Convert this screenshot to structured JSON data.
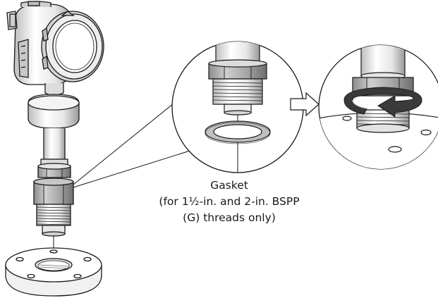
{
  "annotation": {
    "lines": [
      "Gasket",
      "(for 1½-in. and 2-in. BSPP",
      "(G) threads only)"
    ]
  },
  "colors": {
    "outline": "#1a1a1a",
    "body_fill": "#ffffff",
    "shade_light": "#d9d9d9",
    "shade_mid": "#b3b3b3",
    "shade_dark": "#6e6e6e",
    "rotation_arrow": "#333333"
  },
  "icons": {
    "direction_arrow": "right-arrow-icon",
    "rotation_arrow": "rotate-clockwise-icon"
  }
}
